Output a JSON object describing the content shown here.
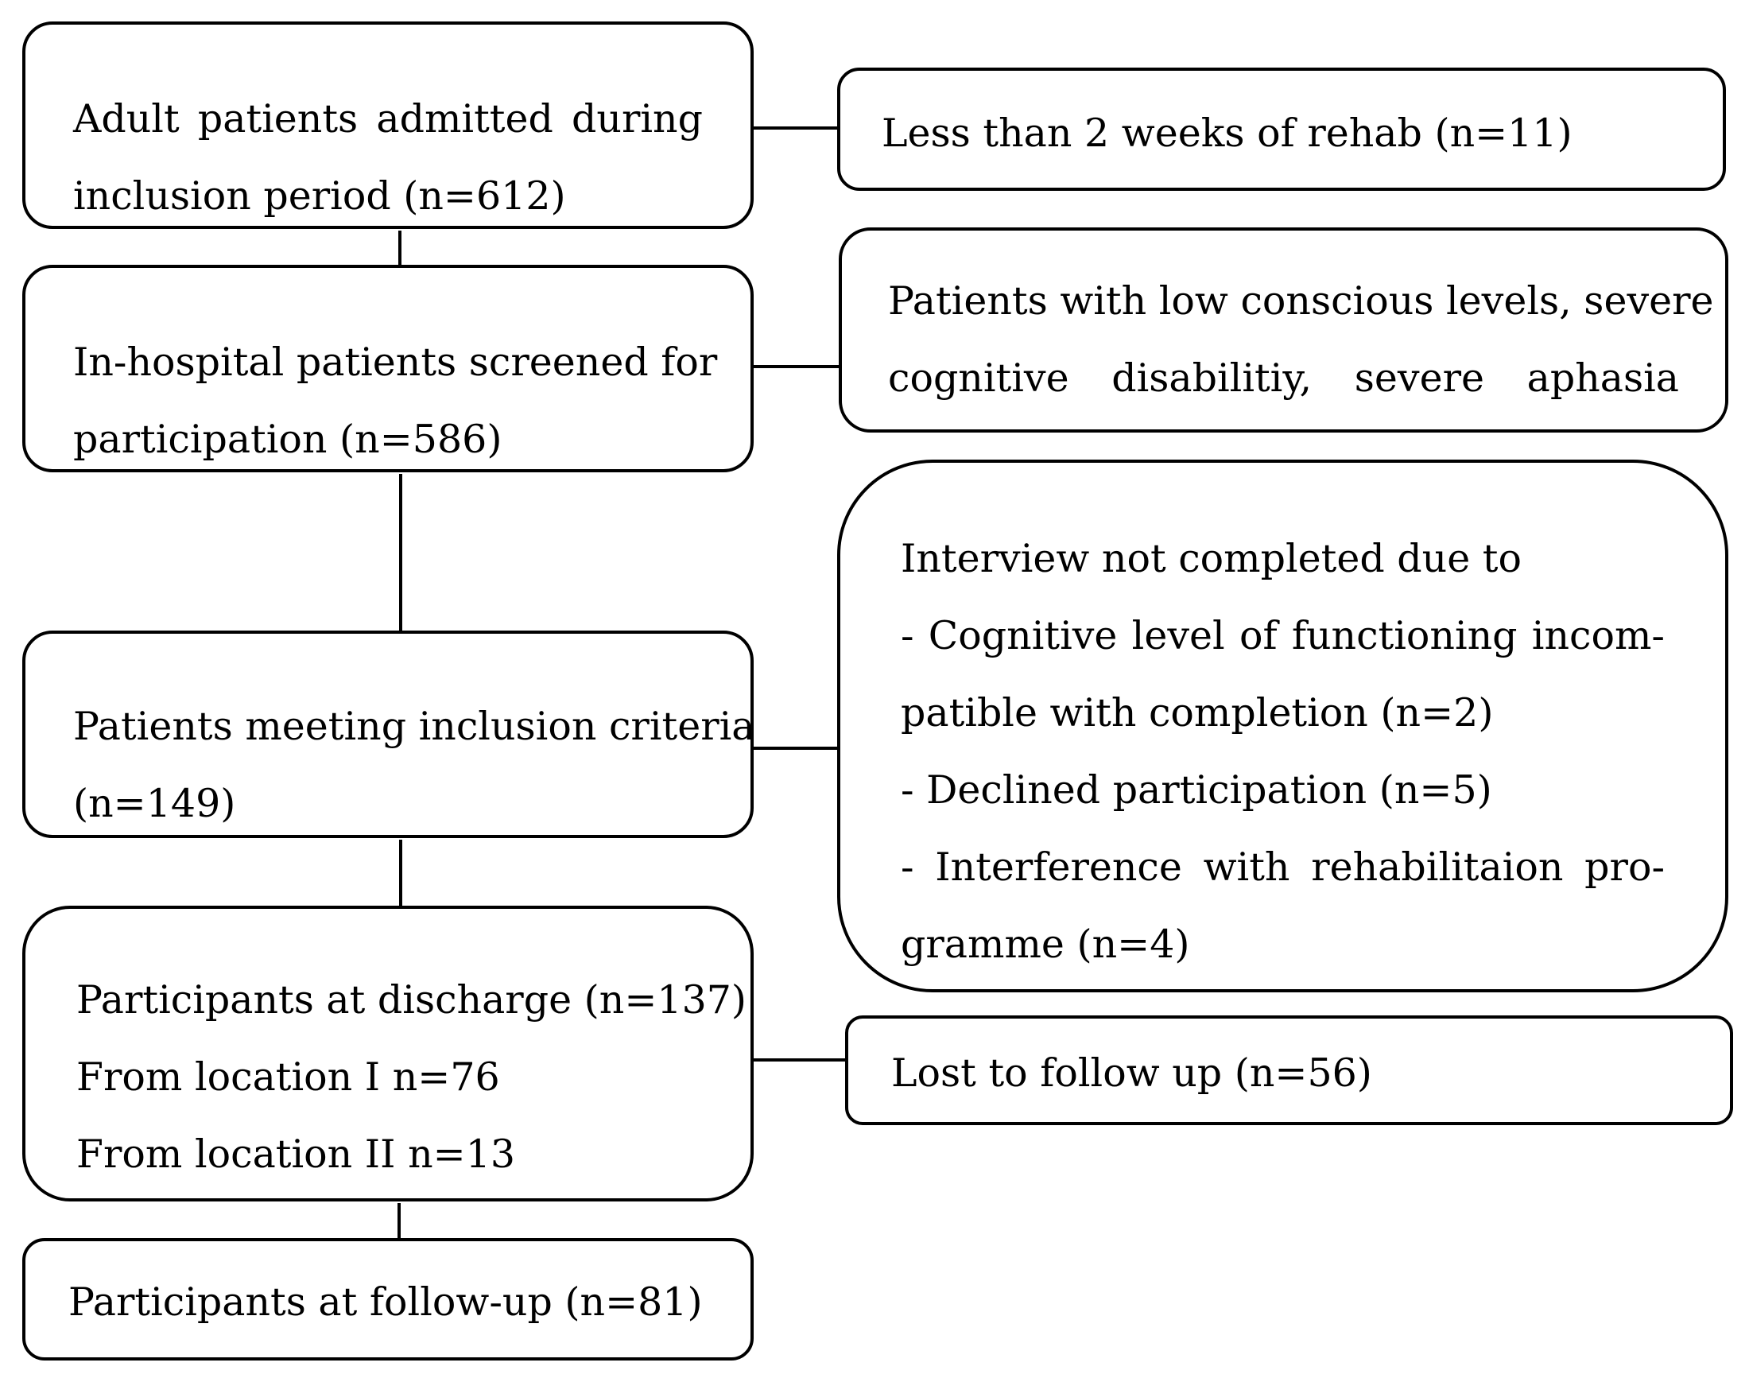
{
  "diagram": {
    "boxes": {
      "admitted": {
        "lines": [
          "Adult patients admitted during",
          "inclusion period (n=612)"
        ]
      },
      "screened": {
        "lines": [
          "In-hospital patients screened for",
          "participation (n=586)"
        ]
      },
      "inclusion": {
        "lines": [
          "Patients meeting inclusion criteria",
          "(n=149)"
        ]
      },
      "discharge": {
        "lines": [
          "Participants at discharge (n=137)",
          "From location I n=76",
          "From location II n=13"
        ]
      },
      "followup": {
        "lines": [
          "Participants at follow-up (n=81)"
        ]
      },
      "rehab": {
        "lines": [
          "Less than 2 weeks of rehab (n=11)"
        ]
      },
      "excluded": {
        "lines": [
          "Patients with low conscious levels, severe",
          "cognitive disabilitiy, severe aphasia"
        ]
      },
      "interview": {
        "lines": [
          "Interview not completed due to",
          "- Cognitive level of functioning incom-",
          "patible with completion (n=2)",
          "- Declined participation (n=5)",
          "- Interference with rehabilitaion pro-",
          "gramme (n=4)"
        ]
      },
      "lost": {
        "lines": [
          "Lost to follow up (n=56)"
        ]
      }
    },
    "colors": {
      "stroke": "#000000",
      "background": "#ffffff"
    }
  }
}
